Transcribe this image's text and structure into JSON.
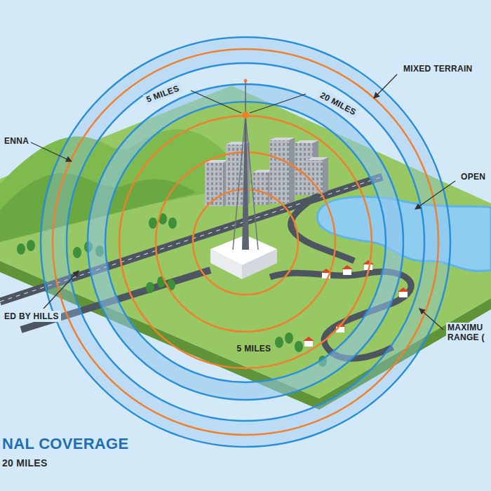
{
  "diagram": {
    "title": "NAL COVERAGE",
    "caption": "20 MILES",
    "labels": [
      "5 MILES",
      "20 MILES",
      "MIXED TERRAIN",
      "ENNA",
      "OPEN",
      "ED BY HILLS",
      "5 MILES",
      "MAXIMU RANGE ("
    ]
  }
}
